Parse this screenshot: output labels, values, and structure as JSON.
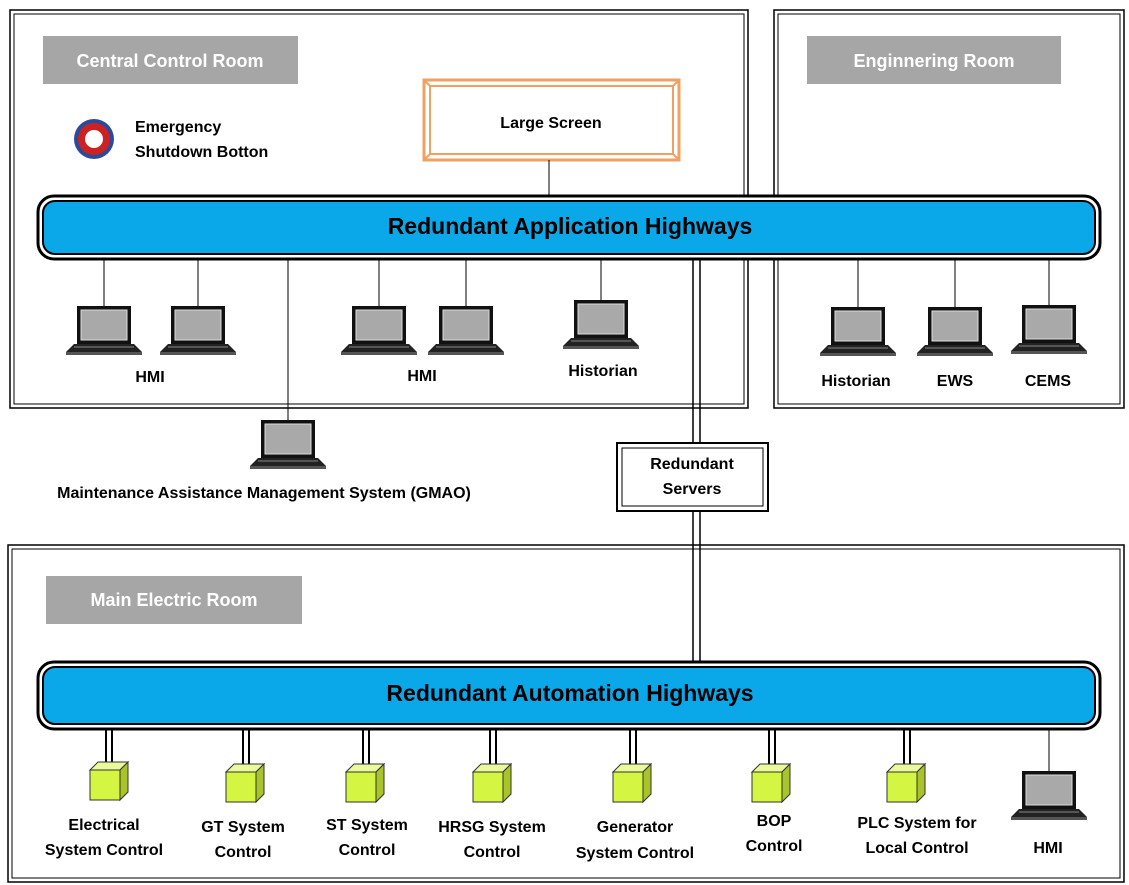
{
  "colors": {
    "highway_fill": "#0aa8e8",
    "room_label_bg": "#a6a6a6",
    "large_screen_border": "#f0a060",
    "controller_fill": "#d4f542",
    "emergency_ring": "#cc2222",
    "emergency_outer": "#2b4a9b"
  },
  "rooms": {
    "central_control": "Central Control Room",
    "engineering": "Enginnering Room",
    "main_electric": "Main Electric Room"
  },
  "central": {
    "emergency_line1": "Emergency",
    "emergency_line2": "Shutdown Botton",
    "large_screen": "Large Screen",
    "hmi_left": "HMI",
    "hmi_mid": "HMI",
    "historian": "Historian",
    "emergency_icon": "emergency-shutdown-button-icon",
    "laptop_icon": "laptop-icon"
  },
  "engineering": {
    "historian": "Historian",
    "ews": "EWS",
    "cems": "CEMS"
  },
  "highways": {
    "application": "Redundant Application Highways",
    "automation": "Redundant Automation Highways"
  },
  "servers": {
    "line1": "Redundant",
    "line2": "Servers"
  },
  "gmao": "Maintenance  Assistance  Management  System  (GMAO)",
  "controllers": {
    "icon": "controller-cube-icon",
    "electrical": [
      "Electrical",
      "System Control"
    ],
    "gt": [
      "GT System",
      "Control"
    ],
    "st": [
      "ST System",
      "Control"
    ],
    "hrsg": [
      "HRSG System",
      "Control"
    ],
    "generator": [
      "Generator",
      "System Control"
    ],
    "bop": [
      "BOP",
      "Control"
    ],
    "plc": [
      "PLC System for",
      "Local Control"
    ],
    "hmi": "HMI"
  }
}
